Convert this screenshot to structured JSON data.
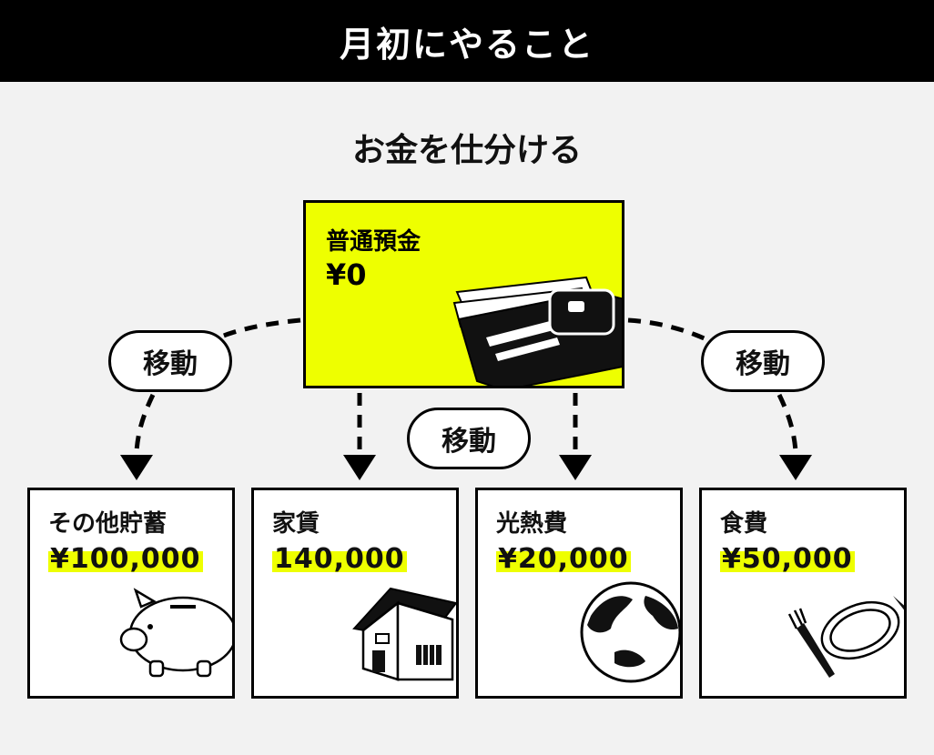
{
  "header": {
    "title": "月初にやること"
  },
  "subtitle": "お金を仕分ける",
  "source": {
    "label": "普通預金",
    "amount": "¥0"
  },
  "move_label": "移動",
  "cards": [
    {
      "label": "その他貯蓄",
      "amount": "¥100,000",
      "icon": "piggy-bank-icon"
    },
    {
      "label": "家賃",
      "amount": "140,000",
      "icon": "house-icon"
    },
    {
      "label": "光熱費",
      "amount": "¥20,000",
      "icon": "globe-icon"
    },
    {
      "label": "食費",
      "amount": "¥50,000",
      "icon": "fork-plate-icon"
    }
  ],
  "colors": {
    "accent": "#eeff00",
    "header_bg": "#000000",
    "background": "#f2f2f2"
  }
}
